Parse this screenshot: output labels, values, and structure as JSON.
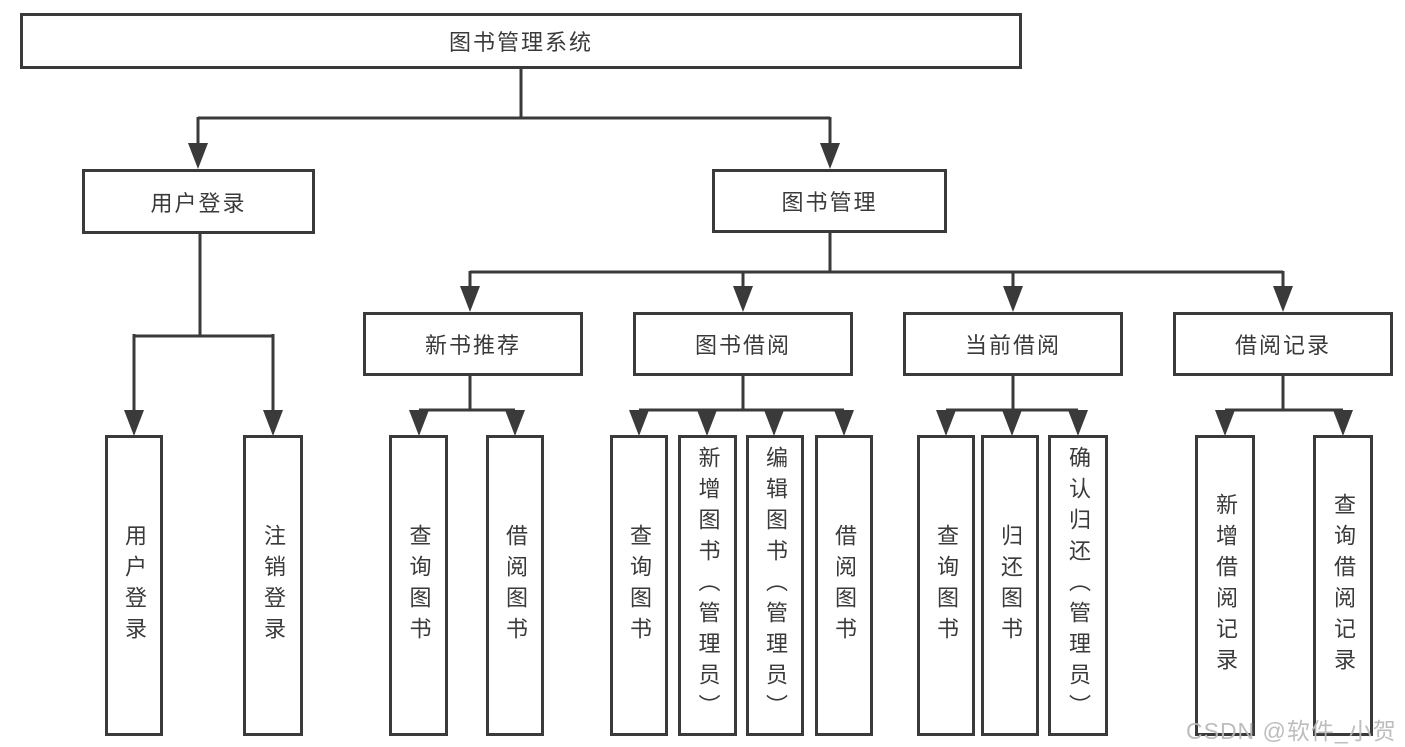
{
  "diagram": {
    "title": "图书管理系统",
    "type": "hierarchy-tree",
    "watermark": "CSDN @软件_小贺同学",
    "colors": {
      "line": "#3a3a3a",
      "box_border": "#3a3a3a",
      "text": "#3a3a3a",
      "background": "#ffffff",
      "watermark": "#b9b9b9"
    },
    "nodes": {
      "root": {
        "label": "图书管理系统"
      },
      "user_login": {
        "label": "用户登录",
        "parent": "root"
      },
      "book_mgmt": {
        "label": "图书管理",
        "parent": "root"
      },
      "new_books": {
        "label": "新书推荐",
        "parent": "book_mgmt"
      },
      "book_borrow": {
        "label": "图书借阅",
        "parent": "book_mgmt"
      },
      "current_borrow": {
        "label": "当前借阅",
        "parent": "book_mgmt"
      },
      "borrow_records": {
        "label": "借阅记录",
        "parent": "book_mgmt"
      },
      "user_login_leaf": {
        "label": "用户登录",
        "parent": "user_login"
      },
      "logout_leaf": {
        "label": "注销登录",
        "parent": "user_login"
      },
      "nb_query_books": {
        "label": "查询图书",
        "parent": "new_books"
      },
      "nb_borrow_books": {
        "label": "借阅图书",
        "parent": "new_books"
      },
      "bb_query_books": {
        "label": "查询图书",
        "parent": "book_borrow"
      },
      "bb_add_books": {
        "label": "新增图书（管理员）",
        "parent": "book_borrow"
      },
      "bb_edit_books": {
        "label": "编辑图书（管理员）",
        "parent": "book_borrow"
      },
      "bb_borrow_books": {
        "label": "借阅图书",
        "parent": "book_borrow"
      },
      "cb_query_books": {
        "label": "查询图书",
        "parent": "current_borrow"
      },
      "cb_return_books": {
        "label": "归还图书",
        "parent": "current_borrow"
      },
      "cb_confirm_return": {
        "label": "确认归还（管理员）",
        "parent": "current_borrow"
      },
      "br_add_record": {
        "label": "新增借阅记录",
        "parent": "borrow_records"
      },
      "br_query_record": {
        "label": "查询借阅记录",
        "parent": "borrow_records"
      }
    }
  }
}
